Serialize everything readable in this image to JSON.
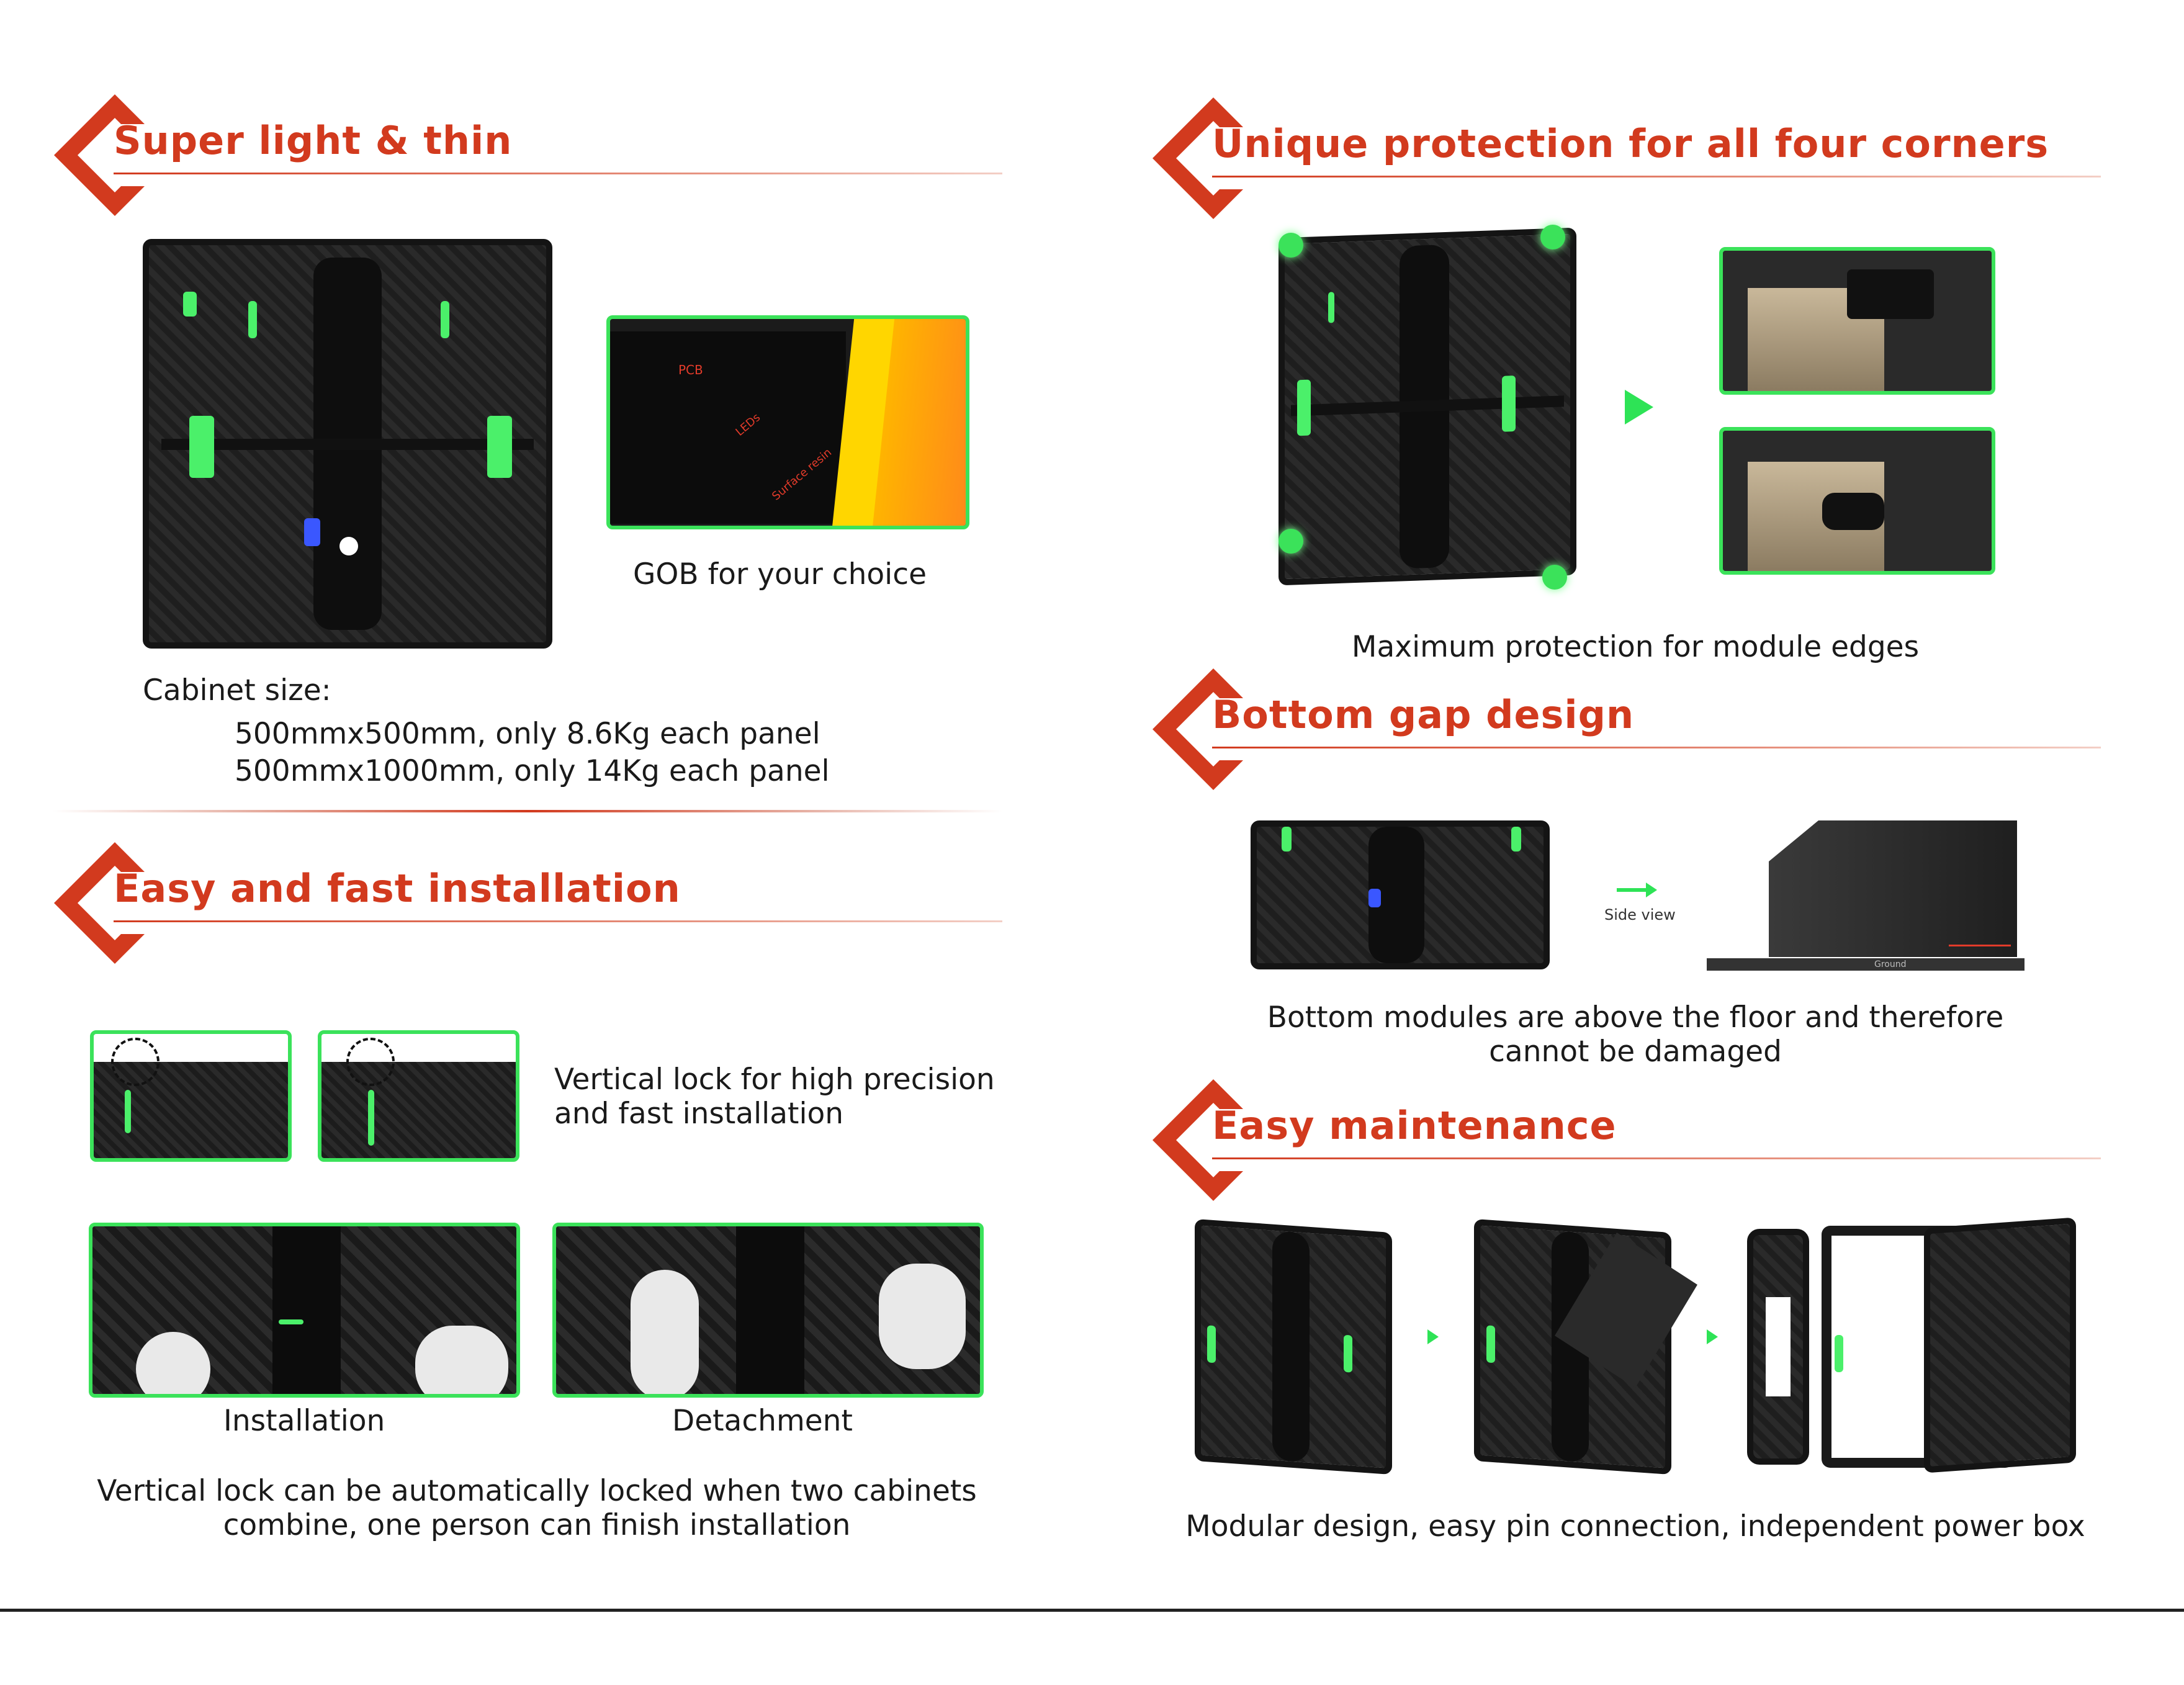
{
  "sections": {
    "light_thin": {
      "title": "Super light  &  thin",
      "gob_caption": "GOB  for your choice",
      "gob_labels": [
        "PCB",
        "LEDs",
        "Surface resin"
      ],
      "cabinet_size_label": "Cabinet size:",
      "cabinet_size_lines": [
        "500mmx500mm, only 8.6Kg each panel",
        "500mmx1000mm, only 14Kg each panel"
      ]
    },
    "installation": {
      "title": "Easy and fast installation",
      "vertical_lock_text": [
        "Vertical lock for high precision",
        "and fast installation"
      ],
      "install_label": "Installation",
      "detach_label": "Detachment",
      "summary": [
        "Vertical lock can be automatically locked when two cabinets",
        "combine, one person can finish installation"
      ]
    },
    "corners": {
      "title": "Unique protection for all four corners",
      "caption": "Maximum protection for module edges"
    },
    "bottom_gap": {
      "title": "Bottom gap design",
      "side_view_label": "Side view",
      "ground_label": "Ground",
      "caption": [
        "Bottom modules are above the floor and therefore",
        "cannot be damaged"
      ]
    },
    "maintenance": {
      "title": "Easy maintenance",
      "caption": "Modular design, easy pin connection, independent power box"
    }
  },
  "colors": {
    "accent": "#d23a1e",
    "highlight_green": "#3be25a",
    "text": "#1a1a1a"
  },
  "icons": [
    "diamond-emblem-icon",
    "arrow-right-icon",
    "dashed-circle-icon"
  ]
}
